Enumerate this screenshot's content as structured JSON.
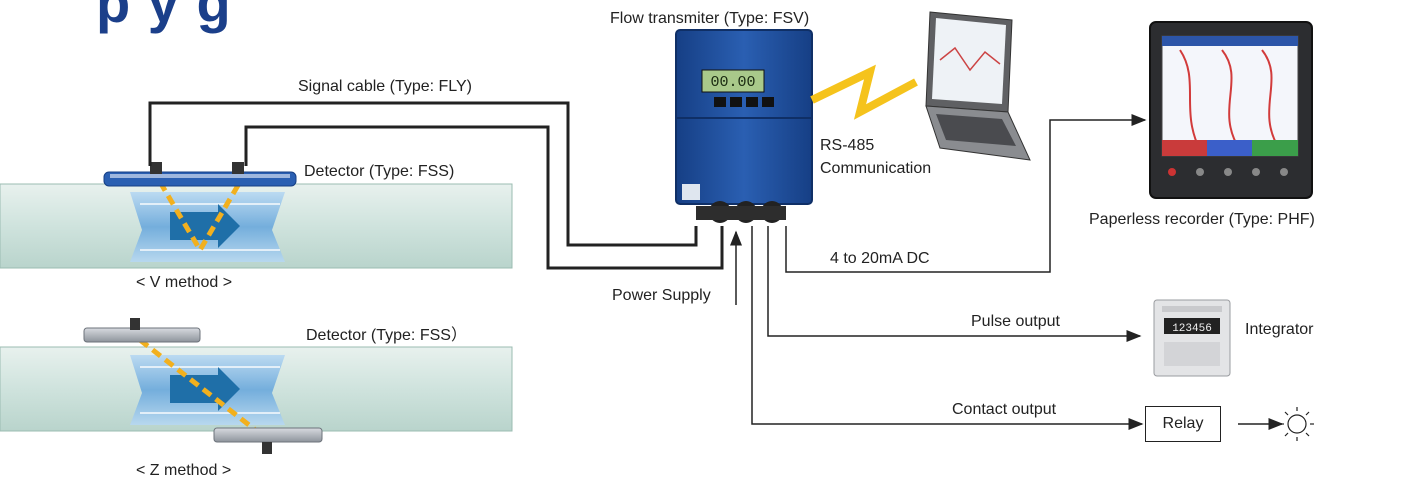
{
  "title_fragment": "p   y   g",
  "labels": {
    "flow_transmitter": "Flow transmiter (Type: FSV)",
    "signal_cable": "Signal cable (Type: FLY)",
    "detector_v": "Detector (Type: FSS)",
    "detector_z": "Detector (Type: FSS）",
    "v_method": "< V method >",
    "z_method": "< Z method >",
    "power_supply": "Power Supply",
    "rs485_line1": "RS-485",
    "rs485_line2": "Communication",
    "paperless_recorder": "Paperless recorder (Type: PHF)",
    "analog_output": "4 to 20mA DC",
    "pulse_output": "Pulse output",
    "integrator": "Integrator",
    "contact_output": "Contact output",
    "relay": "Relay"
  },
  "devices": {
    "transmitter_display": "00.00",
    "integrator_display": "123456"
  },
  "colors": {
    "transmitter_blue": "#1f4f9c",
    "pipe_green": "#cfe3dd",
    "flow_blue": "#6aa8dc",
    "flow_arrow": "#1f6fa8",
    "ultrasonic_path": "#f2b01e",
    "rs485_link": "#f5c31c",
    "line": "#222222",
    "title": "#1b3f8a"
  },
  "icons": {
    "lamp": "lamp-icon"
  }
}
